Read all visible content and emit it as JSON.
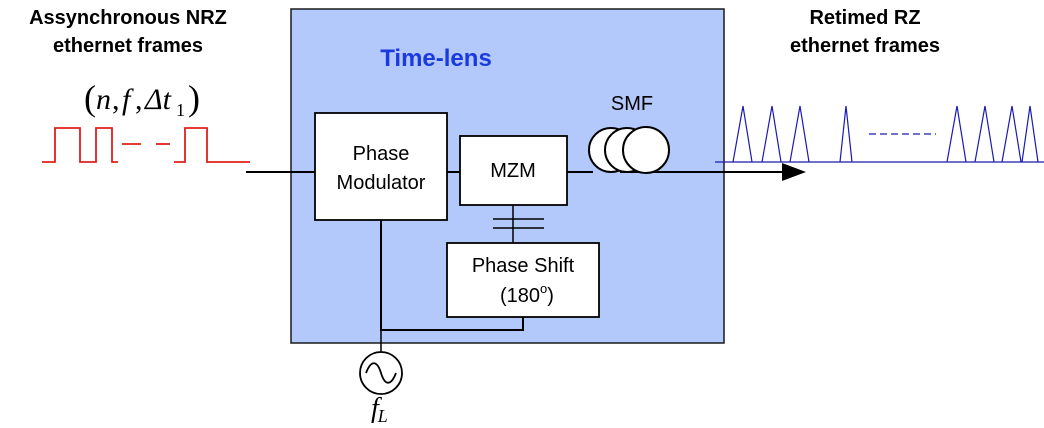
{
  "colors": {
    "panel_fill": "#b3c8fb",
    "panel_stroke": "#1a1a1a",
    "title": "#1a3adf",
    "nrz_signal": "#e0201c",
    "rz_signal": "#1a1ab4"
  },
  "header_left": {
    "line1": "Assynchronous NRZ",
    "line2": "ethernet frames"
  },
  "header_right": {
    "line1": "Retimed RZ",
    "line2": "ethernet frames"
  },
  "time_lens": {
    "title": "Time-lens"
  },
  "tuple": {
    "open": "(",
    "n": "n",
    "comma1": ",",
    "f": "f",
    "comma2": ",",
    "delta": "Δt",
    "sub": "1",
    "close": ")"
  },
  "blocks": {
    "phase_modulator": {
      "line1": "Phase",
      "line2": "Modulator"
    },
    "mzm": {
      "label": "MZM"
    },
    "phase_shift": {
      "line1": "Phase Shift",
      "line2_prefix": "(180",
      "sup": "o",
      "line2_suffix": ")"
    },
    "smf": {
      "label": "SMF"
    }
  },
  "oscillator": {
    "label": "f",
    "sub": "L",
    "icon": "sine-source-icon"
  }
}
